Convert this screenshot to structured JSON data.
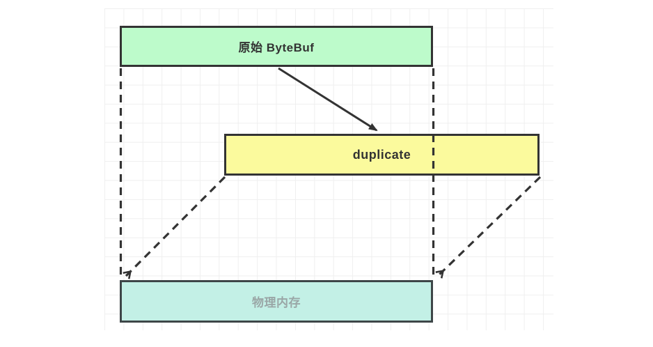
{
  "diagram": {
    "nodes": {
      "original": {
        "label": "原始 ByteBuf",
        "fill": "#BDFBCB",
        "border": "#333333",
        "text_color": "#333333"
      },
      "duplicate": {
        "label": "duplicate",
        "fill": "#FBFA9D",
        "border": "#333333",
        "text_color": "#333333"
      },
      "physical_memory": {
        "label": "物理内存",
        "fill": "#C3F0E6",
        "border": "#3E4648",
        "text_color": "#9AA6A6"
      }
    },
    "edges": [
      {
        "from": "original",
        "to": "duplicate",
        "style": "solid-arrow"
      },
      {
        "from": "original-bottom-left",
        "to": "physical_memory-top-left",
        "style": "dashed"
      },
      {
        "from": "original-bottom-right",
        "to": "physical_memory-top-right",
        "style": "dashed"
      },
      {
        "from": "duplicate-bottom-left",
        "to": "physical_memory-top-left",
        "style": "dashed-open-arrow"
      },
      {
        "from": "duplicate-bottom-right",
        "to": "physical_memory-top-right",
        "style": "dashed-open-arrow"
      }
    ],
    "colors": {
      "edge": "#333333",
      "grid_line": "#EFEFEF",
      "canvas_bg": "#FFFFFF"
    }
  }
}
